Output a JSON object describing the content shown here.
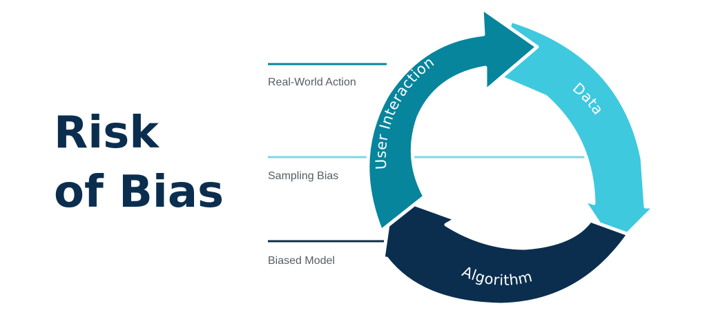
{
  "title": {
    "line1": "Risk",
    "line2": "of Bias"
  },
  "stages": [
    {
      "label": "Data",
      "color": "#3ec9df"
    },
    {
      "label": "Algorithm",
      "color": "#0b2e4f"
    },
    {
      "label": "User Interaction",
      "color": "#07859c"
    }
  ],
  "side_labels": [
    {
      "text": "Real-World Action",
      "line_color": "#07859c"
    },
    {
      "text": "Sampling Bias",
      "line_color": "#7fd6e6"
    },
    {
      "text": "Biased Model",
      "line_color": "#0b2e4f"
    }
  ]
}
